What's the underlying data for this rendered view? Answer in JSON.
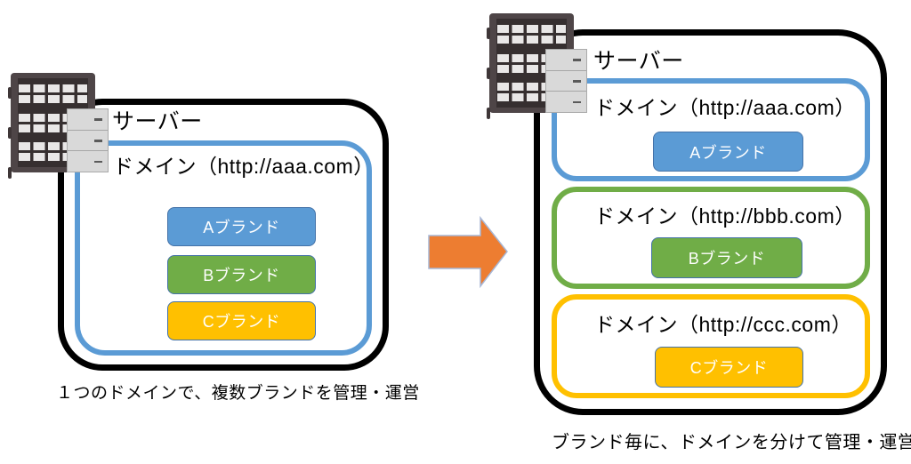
{
  "left": {
    "server_label": "サーバー",
    "domain": {
      "label": "ドメイン（http://aaa.com）",
      "color": "#5b9bd5"
    },
    "brands": [
      {
        "label": "Aブランド",
        "fill": "#5b9bd5",
        "border": "#4472a8"
      },
      {
        "label": "Bブランド",
        "fill": "#70ad47",
        "border": "#4472a8"
      },
      {
        "label": "Cブランド",
        "fill": "#ffc000",
        "border": "#4472a8"
      }
    ],
    "caption": "１つのドメインで、複数ブランドを管理・運営"
  },
  "right": {
    "server_label": "サーバー",
    "domains": [
      {
        "label": "ドメイン（http://aaa.com）",
        "color": "#5b9bd5",
        "brand": {
          "label": "Aブランド",
          "fill": "#5b9bd5",
          "border": "#4472a8"
        }
      },
      {
        "label": "ドメイン（http://bbb.com）",
        "color": "#70ad47",
        "brand": {
          "label": "Bブランド",
          "fill": "#70ad47",
          "border": "#4472a8"
        }
      },
      {
        "label": "ドメイン（http://ccc.com）",
        "color": "#ffc000",
        "brand": {
          "label": "Cブランド",
          "fill": "#ffc000",
          "border": "#4472a8"
        }
      }
    ],
    "caption": "ブランド毎に、ドメインを分けて管理・運営"
  },
  "arrow": {
    "fill": "#ed7d31",
    "stroke": "#a7b7d6"
  },
  "icons": {
    "server": "server-rack-icon"
  },
  "colors": {
    "frame_black": "#000000",
    "domain_blue": "#5b9bd5",
    "domain_green": "#70ad47",
    "domain_yellow": "#ffc000",
    "arrow_orange": "#ed7d31",
    "brand_text": "#ffffff"
  }
}
